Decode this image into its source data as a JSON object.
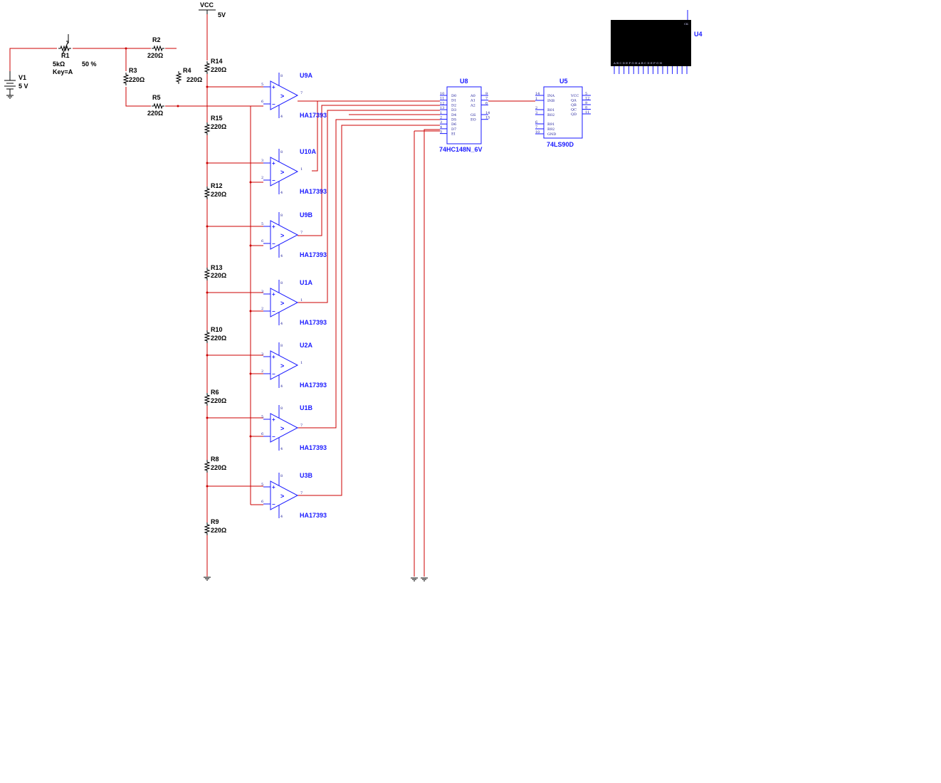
{
  "power": {
    "vcc_label": "VCC",
    "vcc_value": "5V",
    "battery_ref": "V1",
    "battery_value": "5 V"
  },
  "potentiometer": {
    "ref": "R1",
    "value": "5kΩ",
    "key": "Key=A",
    "percent": "50 %"
  },
  "resistors": [
    {
      "ref": "R2",
      "value": "220Ω"
    },
    {
      "ref": "R3",
      "value": "220Ω"
    },
    {
      "ref": "R4",
      "value": "220Ω"
    },
    {
      "ref": "R5",
      "value": "220Ω"
    },
    {
      "ref": "R14",
      "value": "220Ω"
    },
    {
      "ref": "R15",
      "value": "220Ω"
    },
    {
      "ref": "R12",
      "value": "220Ω"
    },
    {
      "ref": "R13",
      "value": "220Ω"
    },
    {
      "ref": "R10",
      "value": "220Ω"
    },
    {
      "ref": "R6",
      "value": "220Ω"
    },
    {
      "ref": "R8",
      "value": "220Ω"
    },
    {
      "ref": "R9",
      "value": "220Ω"
    }
  ],
  "comparators": [
    {
      "ref": "U9A",
      "part": "HA17393",
      "pins": [
        "5",
        "6",
        "7",
        "8",
        "4"
      ]
    },
    {
      "ref": "U10A",
      "part": "HA17393",
      "pins": [
        "3",
        "2",
        "1",
        "8",
        "4"
      ]
    },
    {
      "ref": "U9B",
      "part": "HA17393",
      "pins": [
        "5",
        "6",
        "7",
        "8",
        "4"
      ]
    },
    {
      "ref": "U1A",
      "part": "HA17393",
      "pins": [
        "3",
        "2",
        "1",
        "8",
        "4"
      ]
    },
    {
      "ref": "U2A",
      "part": "HA17393",
      "pins": [
        "3",
        "2",
        "1",
        "8",
        "4"
      ]
    },
    {
      "ref": "U1B",
      "part": "HA17393",
      "pins": [
        "5",
        "6",
        "7",
        "8",
        "4"
      ]
    },
    {
      "ref": "U3B",
      "part": "HA17393",
      "pins": [
        "5",
        "6",
        "7",
        "8",
        "4"
      ]
    }
  ],
  "encoder": {
    "ref": "U8",
    "part": "74HC148N_6V",
    "inputs": [
      "D0",
      "D1",
      "D2",
      "D3",
      "D4",
      "D5",
      "D6",
      "D7",
      "EI"
    ],
    "input_pins": [
      "10",
      "11",
      "12",
      "13",
      "1",
      "2",
      "3",
      "4",
      "5"
    ],
    "outputs": [
      "A0",
      "A1",
      "A2",
      "GS",
      "EO"
    ],
    "output_pins": [
      "9",
      "7",
      "6",
      "14",
      "15"
    ]
  },
  "counter": {
    "ref": "U5",
    "part": "74LS90D",
    "inputs": [
      "INA",
      "INB",
      "R01",
      "R02",
      "R91",
      "R92",
      "GND"
    ],
    "input_pins": [
      "14",
      "1",
      "2",
      "3",
      "6",
      "7",
      "10"
    ],
    "outputs": [
      "VCC",
      "QA",
      "QB",
      "QC",
      "QD"
    ],
    "output_pins": [
      "5",
      "12",
      "9",
      "8",
      "11"
    ]
  },
  "display": {
    "ref": "U4",
    "ck_label": "CK",
    "pin_labels": "A B C D E F G H A B C D E F G H"
  }
}
